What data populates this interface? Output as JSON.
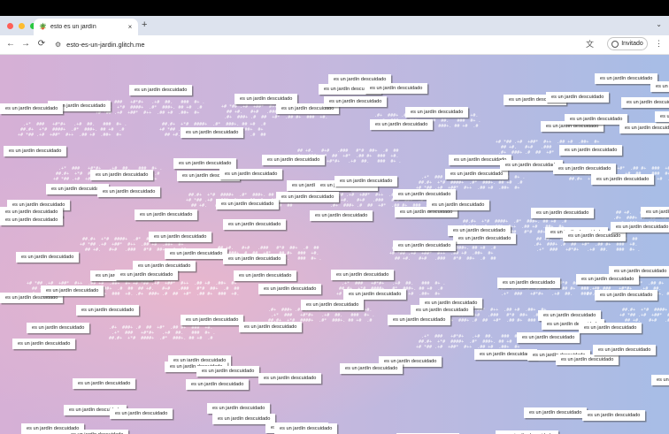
{
  "window": {
    "traffic_lights": [
      "#ff5f57",
      "#febc2e",
      "#28c840"
    ]
  },
  "tab": {
    "title": "esto es un jardín",
    "favicon": "🪴",
    "close": "×"
  },
  "new_tab": "+",
  "tab_menu": "⌄",
  "toolbar": {
    "back": "←",
    "forward": "→",
    "reload": "⟳",
    "site_info": "⚙",
    "url": "esto-es-un-jardin.glitch.me",
    "translate": "文",
    "profile_label": "Invitado",
    "menu": "⋮"
  },
  "garden": {
    "card_text": "es un jardín descuidado",
    "ascii_rows": [
      "  .+*  ###   +#*#+   .+#  ##.   ###  #+ .",
      " ##.#+  +*#  ####+  .#*  ###+. ## +#  .#",
      "+# *## .+#  +##*  #++  .## +#  .##+  #+",
      "  ## +#.   #+#   .###   #*#  ##+  .#  ##",
      " .#+  ###+ .#  ##  +#*  .## #+  ###  +#."
    ]
  }
}
